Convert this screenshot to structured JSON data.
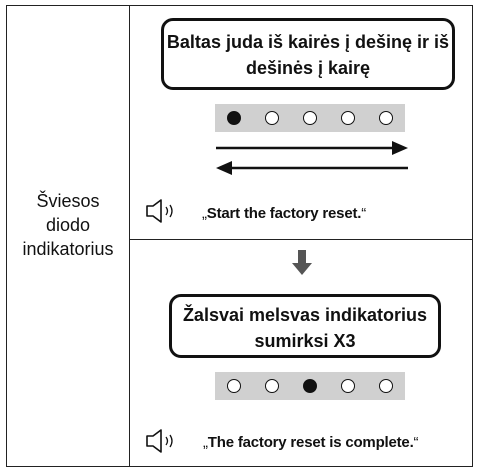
{
  "label": {
    "lines": [
      "Šviesos",
      "diodo",
      "indikatorius"
    ]
  },
  "step1": {
    "bubble_lines": [
      "Baltas juda iš kairės į dešinę ir iš",
      "dešinės į kairę"
    ],
    "leds": [
      true,
      false,
      false,
      false,
      false
    ],
    "quote_open": "„",
    "quote_text": "Start the factory reset.",
    "quote_close": "“"
  },
  "step2": {
    "bubble_lines": [
      "Žalsvai melsvas indikatorius",
      "sumirksi X3"
    ],
    "leds": [
      false,
      false,
      true,
      false,
      false
    ],
    "quote_open": "„",
    "quote_text": "The factory reset is complete.",
    "quote_close": "“"
  },
  "icons": {
    "speaker": "speaker-icon",
    "arrow_down": "arrow-down-icon",
    "arrow_right": "arrow-right-icon",
    "arrow_left": "arrow-left-icon"
  }
}
